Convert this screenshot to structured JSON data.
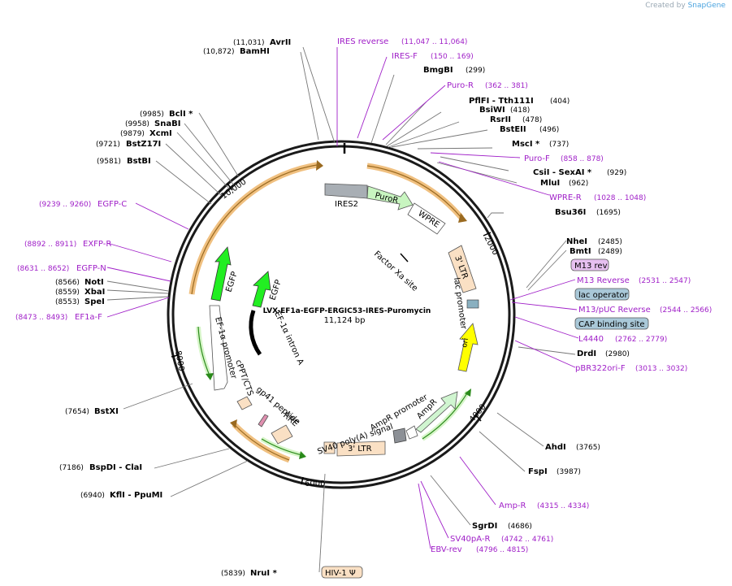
{
  "credit": {
    "prefix": "Created by",
    "brand": "SnapGene"
  },
  "plasmid": {
    "name": "LVX-EF1a-EGFP-ERGIC53-IRES-Puromycin",
    "size": "11,124 bp",
    "length": 11124
  },
  "colors": {
    "site": "#000000",
    "primer": "#a020c8",
    "feature_green": "#33dd33",
    "feature_orange": "#f4c7a0",
    "feature_blue": "#a9c8d8",
    "ori": "#ffff00"
  },
  "ticks": [
    "2000",
    "4000",
    "6000",
    "8000",
    "10,000"
  ],
  "sites": [
    {
      "pos": "(11,031)",
      "name": "AvrII"
    },
    {
      "pos": "(10,872)",
      "name": "BamHI"
    },
    {
      "pos": "(299)",
      "name": "BmgBI"
    },
    {
      "pos": "(404)",
      "name": "PflFI  - Tth111I"
    },
    {
      "pos": "(418)",
      "name": "BsiWI"
    },
    {
      "pos": "(478)",
      "name": "RsrII"
    },
    {
      "pos": "(496)",
      "name": "BstEII"
    },
    {
      "pos": "(737)",
      "name": "MscI *"
    },
    {
      "pos": "(929)",
      "name": "CsiI  - SexAI *"
    },
    {
      "pos": "(962)",
      "name": "MluI"
    },
    {
      "pos": "(1695)",
      "name": "Bsu36I"
    },
    {
      "pos": "(2485)",
      "name": "NheI"
    },
    {
      "pos": "(2489)",
      "name": "BmtI"
    },
    {
      "pos": "(2980)",
      "name": "DrdI"
    },
    {
      "pos": "(3765)",
      "name": "AhdI"
    },
    {
      "pos": "(3987)",
      "name": "FspI"
    },
    {
      "pos": "(4686)",
      "name": "SgrDI"
    },
    {
      "pos": "(5839)",
      "name": "NruI *"
    },
    {
      "pos": "(6940)",
      "name": "KflI  - PpuMI"
    },
    {
      "pos": "(7186)",
      "name": "BspDI  - ClaI"
    },
    {
      "pos": "(7654)",
      "name": "BstXI"
    },
    {
      "pos": "(8553)",
      "name": "SpeI"
    },
    {
      "pos": "(8559)",
      "name": "XbaI"
    },
    {
      "pos": "(8566)",
      "name": "NotI"
    },
    {
      "pos": "(9581)",
      "name": "BstBI"
    },
    {
      "pos": "(9721)",
      "name": "BstZ17I"
    },
    {
      "pos": "(9879)",
      "name": "XcmI"
    },
    {
      "pos": "(9958)",
      "name": "SnaBI"
    },
    {
      "pos": "(9985)",
      "name": "BclI *"
    }
  ],
  "primers": [
    {
      "name": "IRES reverse",
      "range": "(11,047 .. 11,064)"
    },
    {
      "name": "IRES-F",
      "range": "(150 .. 169)"
    },
    {
      "name": "Puro-R",
      "range": "(362 .. 381)"
    },
    {
      "name": "Puro-F",
      "range": "(858 .. 878)"
    },
    {
      "name": "WPRE-R",
      "range": "(1028 .. 1048)"
    },
    {
      "name": "M13 Reverse",
      "range": "(2531 .. 2547)"
    },
    {
      "name": "M13/pUC Reverse",
      "range": "(2544 .. 2566)"
    },
    {
      "name": "L4440",
      "range": "(2762 .. 2779)"
    },
    {
      "name": "pBR322ori-F",
      "range": "(3013 .. 3032)"
    },
    {
      "name": "Amp-R",
      "range": "(4315 .. 4334)"
    },
    {
      "name": "SV40pA-R",
      "range": "(4742 .. 4761)"
    },
    {
      "name": "EBV-rev",
      "range": "(4796 .. 4815)"
    },
    {
      "name": "EF1a-F",
      "range": "(8473 .. 8493)"
    },
    {
      "name": "EGFP-N",
      "range": "(8631 .. 8652)"
    },
    {
      "name": "EXFP-R",
      "range": "(8892 .. 8911)"
    },
    {
      "name": "EGFP-C",
      "range": "(9239 .. 9260)"
    }
  ],
  "boxed": [
    {
      "name": "M13 rev"
    },
    {
      "name": "lac operator"
    },
    {
      "name": "CAP binding site"
    },
    {
      "name": "HIV-1 Ψ"
    }
  ],
  "features": [
    {
      "name": "IRES2"
    },
    {
      "name": "PuroR"
    },
    {
      "name": "WPRE"
    },
    {
      "name": "3' LTR"
    },
    {
      "name": "lac promoter"
    },
    {
      "name": "ori"
    },
    {
      "name": "AmpR"
    },
    {
      "name": "AmpR promoter"
    },
    {
      "name": "SV40 poly(A) signal"
    },
    {
      "name": "3' LTR"
    },
    {
      "name": "RRE"
    },
    {
      "name": "gp41 peptide"
    },
    {
      "name": "cPPT/CTS"
    },
    {
      "name": "EF-1α promoter"
    },
    {
      "name": "EGFP"
    },
    {
      "name": "EGFP"
    },
    {
      "name": "EF-1α intron A"
    },
    {
      "name": "Factor Xa site"
    }
  ]
}
